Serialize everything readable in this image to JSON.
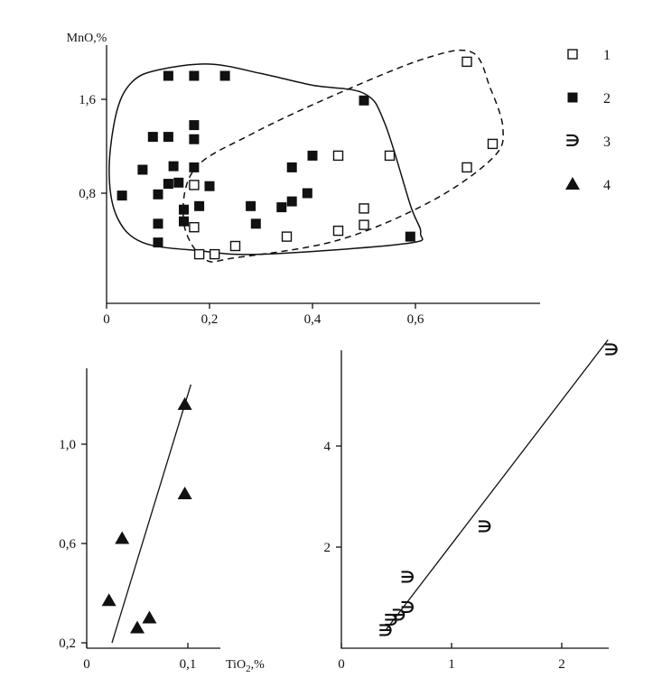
{
  "chart_data": [
    {
      "type": "scatter",
      "ylabel": "MnO,%",
      "xlabel": "",
      "xlim": [
        0,
        0.8
      ],
      "ylim": [
        0.25,
        1.95
      ],
      "x_ticks": [
        {
          "v": 0,
          "label": "0"
        },
        {
          "v": 0.2,
          "label": "0,2"
        },
        {
          "v": 0.4,
          "label": "0,4"
        },
        {
          "v": 0.6,
          "label": "0,6"
        }
      ],
      "y_ticks": [
        {
          "v": 0.8,
          "label": "0,8"
        },
        {
          "v": 1.6,
          "label": "1,6"
        }
      ],
      "legend_position": "right",
      "series": [
        {
          "name": "1",
          "marker": "open-square",
          "points": [
            [
              0.7,
              1.92
            ],
            [
              0.75,
              1.22
            ],
            [
              0.7,
              1.02
            ],
            [
              0.55,
              1.12
            ],
            [
              0.45,
              1.12
            ],
            [
              0.17,
              0.87
            ],
            [
              0.5,
              0.67
            ],
            [
              0.5,
              0.53
            ],
            [
              0.45,
              0.48
            ],
            [
              0.35,
              0.43
            ],
            [
              0.17,
              0.51
            ],
            [
              0.25,
              0.35
            ],
            [
              0.18,
              0.28
            ],
            [
              0.21,
              0.28
            ]
          ]
        },
        {
          "name": "2",
          "marker": "filled-square",
          "points": [
            [
              0.12,
              1.8
            ],
            [
              0.17,
              1.8
            ],
            [
              0.23,
              1.8
            ],
            [
              0.5,
              1.59
            ],
            [
              0.17,
              1.38
            ],
            [
              0.09,
              1.28
            ],
            [
              0.12,
              1.28
            ],
            [
              0.17,
              1.26
            ],
            [
              0.4,
              1.12
            ],
            [
              0.07,
              1.0
            ],
            [
              0.13,
              1.03
            ],
            [
              0.17,
              1.02
            ],
            [
              0.36,
              1.02
            ],
            [
              0.12,
              0.88
            ],
            [
              0.14,
              0.89
            ],
            [
              0.2,
              0.86
            ],
            [
              0.1,
              0.79
            ],
            [
              0.03,
              0.78
            ],
            [
              0.39,
              0.8
            ],
            [
              0.36,
              0.73
            ],
            [
              0.18,
              0.69
            ],
            [
              0.28,
              0.69
            ],
            [
              0.34,
              0.68
            ],
            [
              0.15,
              0.66
            ],
            [
              0.15,
              0.56
            ],
            [
              0.1,
              0.54
            ],
            [
              0.29,
              0.54
            ],
            [
              0.59,
              0.43
            ],
            [
              0.1,
              0.38
            ]
          ]
        }
      ],
      "outlines": [
        {
          "series": "2",
          "style": "solid"
        },
        {
          "series": "1",
          "style": "dashed"
        }
      ]
    },
    {
      "type": "scatter",
      "xlabel": "TiO2,%",
      "ylabel": "",
      "xlim": [
        0,
        0.12
      ],
      "ylim": [
        0.2,
        1.3
      ],
      "x_ticks": [
        {
          "v": 0,
          "label": "0"
        },
        {
          "v": 0.1,
          "label": "0,1"
        }
      ],
      "y_ticks": [
        {
          "v": 0.2,
          "label": "0,2"
        },
        {
          "v": 0.6,
          "label": "0,6"
        },
        {
          "v": 1.0,
          "label": "1,0"
        }
      ],
      "series": [
        {
          "name": "4",
          "marker": "filled-triangle",
          "points": [
            [
              0.097,
              1.16
            ],
            [
              0.097,
              0.8
            ],
            [
              0.035,
              0.62
            ],
            [
              0.022,
              0.37
            ],
            [
              0.062,
              0.3
            ],
            [
              0.05,
              0.26
            ]
          ]
        }
      ],
      "fit_line": [
        [
          0.025,
          0.2
        ],
        [
          0.103,
          1.24
        ]
      ]
    },
    {
      "type": "scatter",
      "xlabel": "",
      "ylabel": "",
      "xlim": [
        0,
        2.7
      ],
      "ylim": [
        0,
        6.0
      ],
      "x_ticks": [
        {
          "v": 0,
          "label": "0"
        },
        {
          "v": 1,
          "label": "1"
        },
        {
          "v": 2,
          "label": "2"
        }
      ],
      "y_ticks": [
        {
          "v": 2,
          "label": "2"
        },
        {
          "v": 4,
          "label": "4"
        }
      ],
      "series": [
        {
          "name": "3",
          "marker": "epsilon",
          "points": [
            [
              2.45,
              5.9
            ],
            [
              1.3,
              2.4
            ],
            [
              0.6,
              1.4
            ],
            [
              0.6,
              0.8
            ],
            [
              0.52,
              0.65
            ],
            [
              0.45,
              0.55
            ],
            [
              0.4,
              0.35
            ]
          ]
        }
      ],
      "fit_line": [
        [
          0.4,
          0.35
        ],
        [
          2.42,
          6.1
        ]
      ]
    }
  ],
  "legend": [
    {
      "label": "1",
      "marker": "open-square"
    },
    {
      "label": "2",
      "marker": "filled-square"
    },
    {
      "label": "3",
      "marker": "epsilon"
    },
    {
      "label": "4",
      "marker": "filled-triangle"
    }
  ]
}
